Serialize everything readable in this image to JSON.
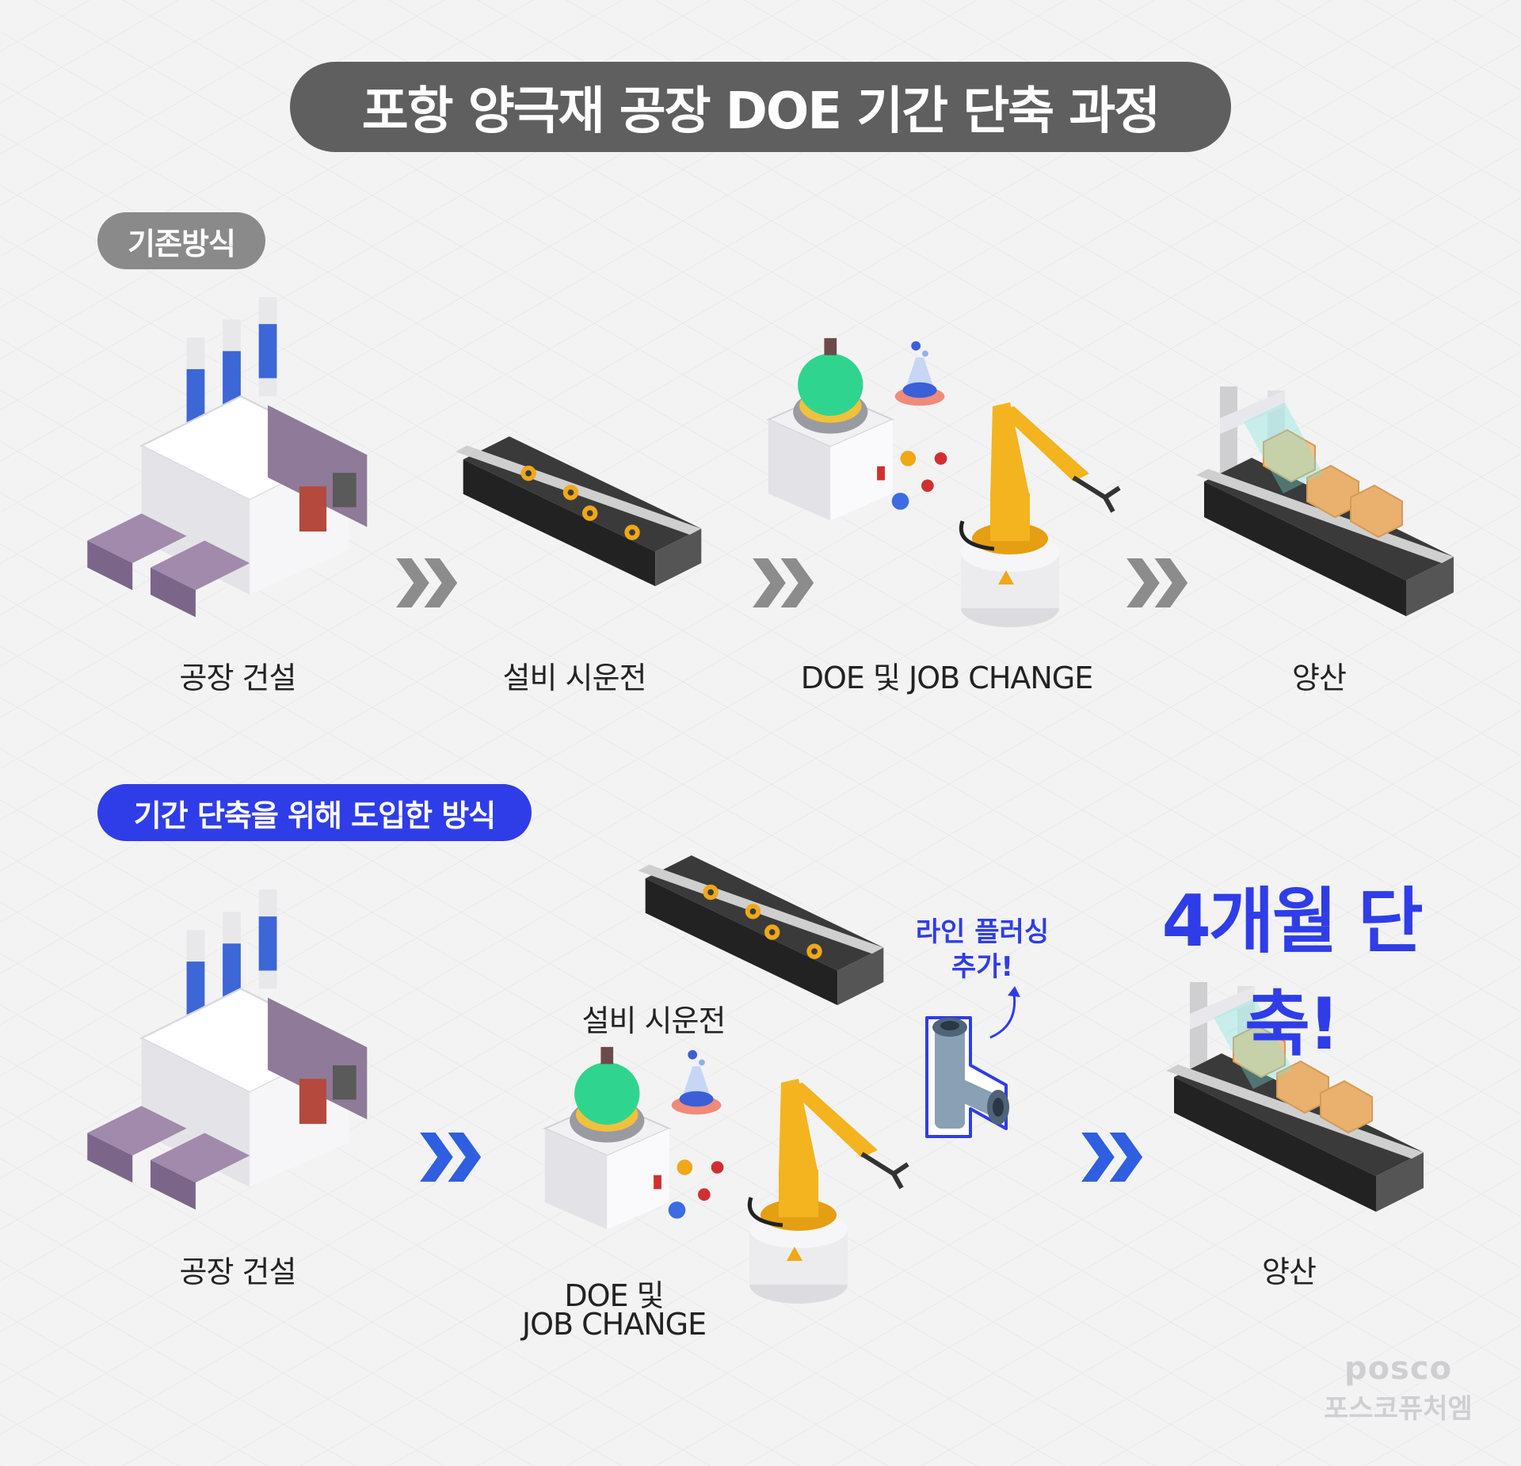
{
  "title": "포항 양극재 공장 DOE 기간 단축 과정",
  "sections": {
    "existing": {
      "tag": "기존방식",
      "steps": [
        "공장 건설",
        "설비 시운전",
        "DOE 및 JOB CHANGE",
        "양산"
      ]
    },
    "improved": {
      "tag": "기간 단축을 위해 도입한 방식",
      "steps": {
        "construction": "공장 건설",
        "commissioning": "설비 시운전",
        "doe_line1": "DOE 및",
        "doe_line2": "JOB CHANGE",
        "production": "양산"
      },
      "note_line1": "라인 플러싱",
      "note_line2": "추가!",
      "claim": "4개월 단축!"
    }
  },
  "logo": {
    "line1": "posco",
    "line2": "포스코퓨처엠"
  },
  "colors": {
    "title_bg": "#5f5f5f",
    "existing_tag": "#8a8a8a",
    "improved_tag": "#2f3de8",
    "accent_blue": "#2f3de8",
    "arrow_gray": "#8c8c8c"
  },
  "icons": [
    "factory-icon",
    "conveyor-icon",
    "lab-equipment-icon",
    "robot-arm-icon",
    "pipe-tee-icon",
    "double-chevron-icon"
  ]
}
